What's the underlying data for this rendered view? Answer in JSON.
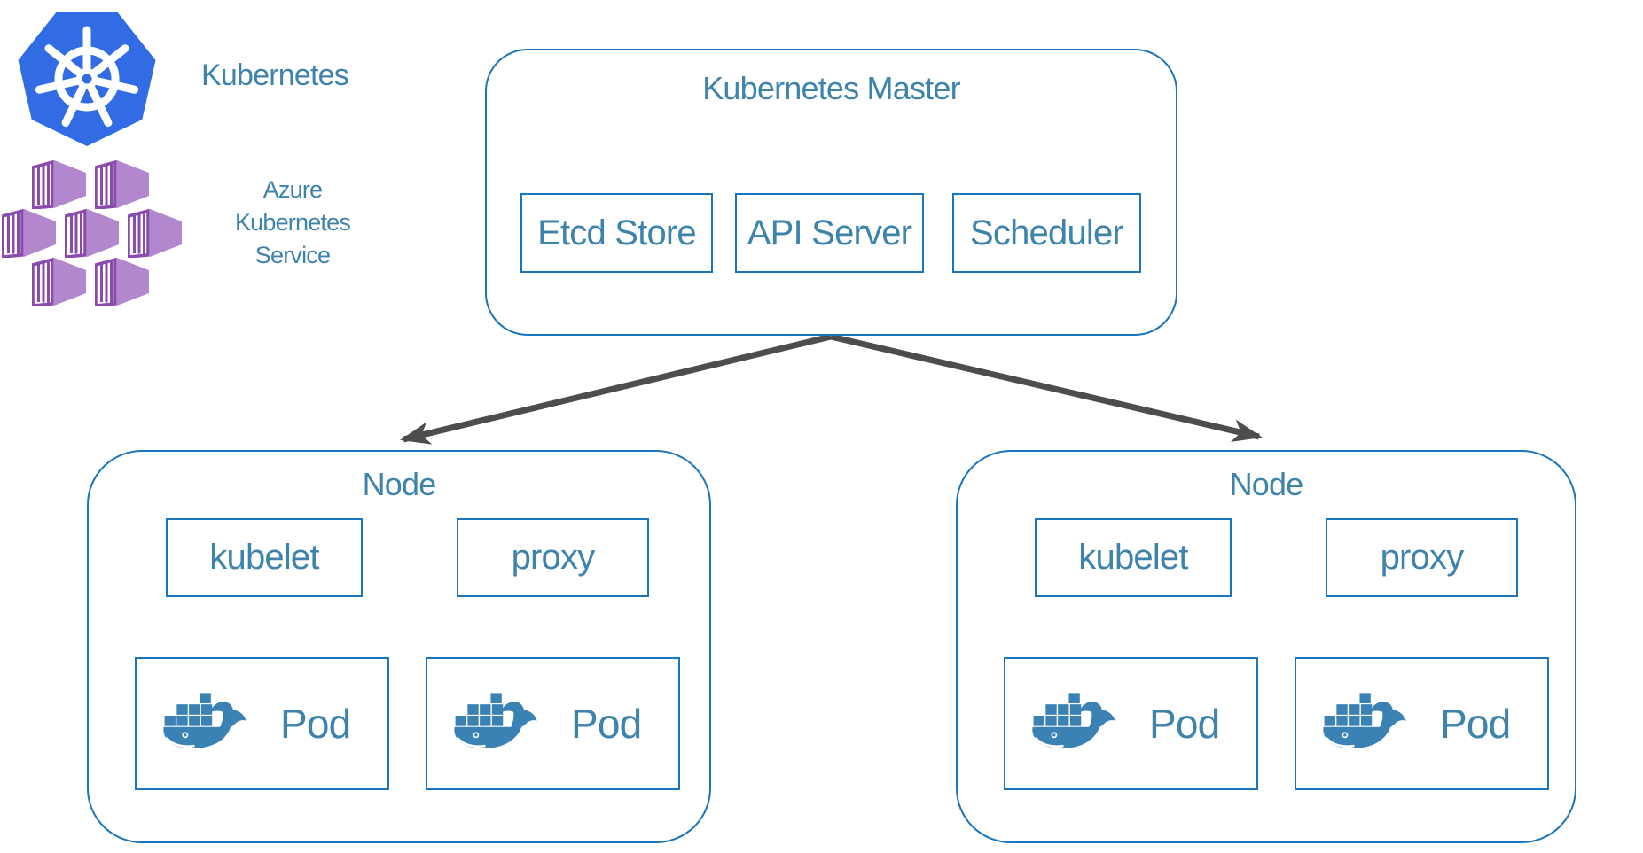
{
  "branding": {
    "kubernetes": {
      "label": "Kubernetes",
      "icon": "kubernetes-helm-icon",
      "color": "#326CE5"
    },
    "aks": {
      "label_lines": [
        "Azure",
        "Kubernetes",
        "Service"
      ],
      "icon": "azure-kubernetes-service-icon",
      "color": "#9C5FBE"
    }
  },
  "master": {
    "title": "Kubernetes Master",
    "components": [
      "Etcd Store",
      "API Server",
      "Scheduler"
    ]
  },
  "nodes": [
    {
      "title": "Node",
      "components": [
        "kubelet",
        "proxy"
      ],
      "pods": [
        {
          "label": "Pod",
          "icon": "docker-whale-icon"
        },
        {
          "label": "Pod",
          "icon": "docker-whale-icon"
        }
      ]
    },
    {
      "title": "Node",
      "components": [
        "kubelet",
        "proxy"
      ],
      "pods": [
        {
          "label": "Pod",
          "icon": "docker-whale-icon"
        },
        {
          "label": "Pod",
          "icon": "docker-whale-icon"
        }
      ]
    }
  ],
  "colors": {
    "box_border": "#1B75BC",
    "text": "#3E83AC",
    "arrow": "#4D4D4D",
    "docker_whale": "#3B82B4",
    "kubernetes_blue": "#326CE5",
    "aks_purple_fill": "#B287CE",
    "aks_purple_line": "#8A4BAD"
  }
}
